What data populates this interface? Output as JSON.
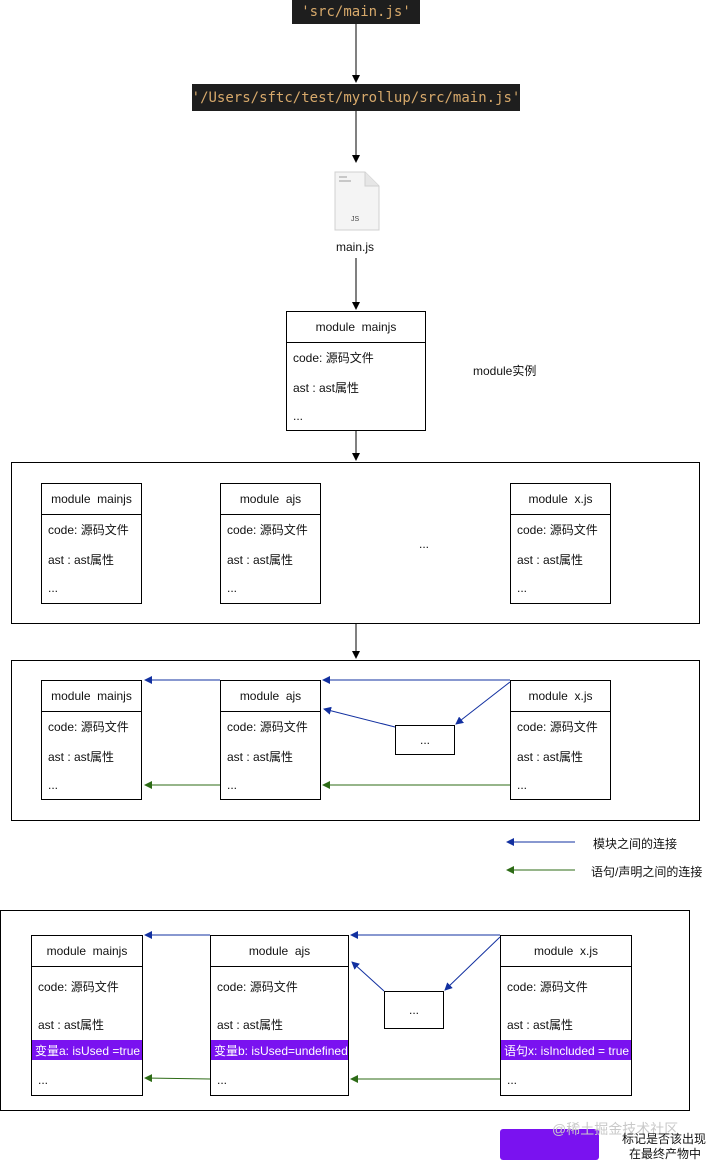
{
  "pills": {
    "src_path": "'src/main.js'",
    "abs_path": "'/Users/sftc/test/myrollup/src/main.js'"
  },
  "file": {
    "icon_text": "JS",
    "name": "main.js"
  },
  "module_labels": {
    "code": "code: 源码文件",
    "ast": "ast : ast属性",
    "ellipsis": "..."
  },
  "modules": {
    "main": "module  mainjs",
    "a": "module  ajs",
    "x": "module  x.js"
  },
  "side_note": "module实例",
  "middle_ellipsis": "...",
  "legend": {
    "module_link": "模块之间的连接",
    "statement_link": "语句/声明之间的连接",
    "highlight_line1": "标记是否该出现",
    "highlight_line2": "在最终产物中"
  },
  "highlights": {
    "main": "变量a: isUsed =true",
    "a": "变量b: isUsed=undefined",
    "x": "语句x: isIncluded = true"
  },
  "watermark": "@稀土掘金技术社区",
  "colors": {
    "module_link": "#1230a0",
    "statement_link": "#2d6b16",
    "highlight": "#7a12f0"
  }
}
